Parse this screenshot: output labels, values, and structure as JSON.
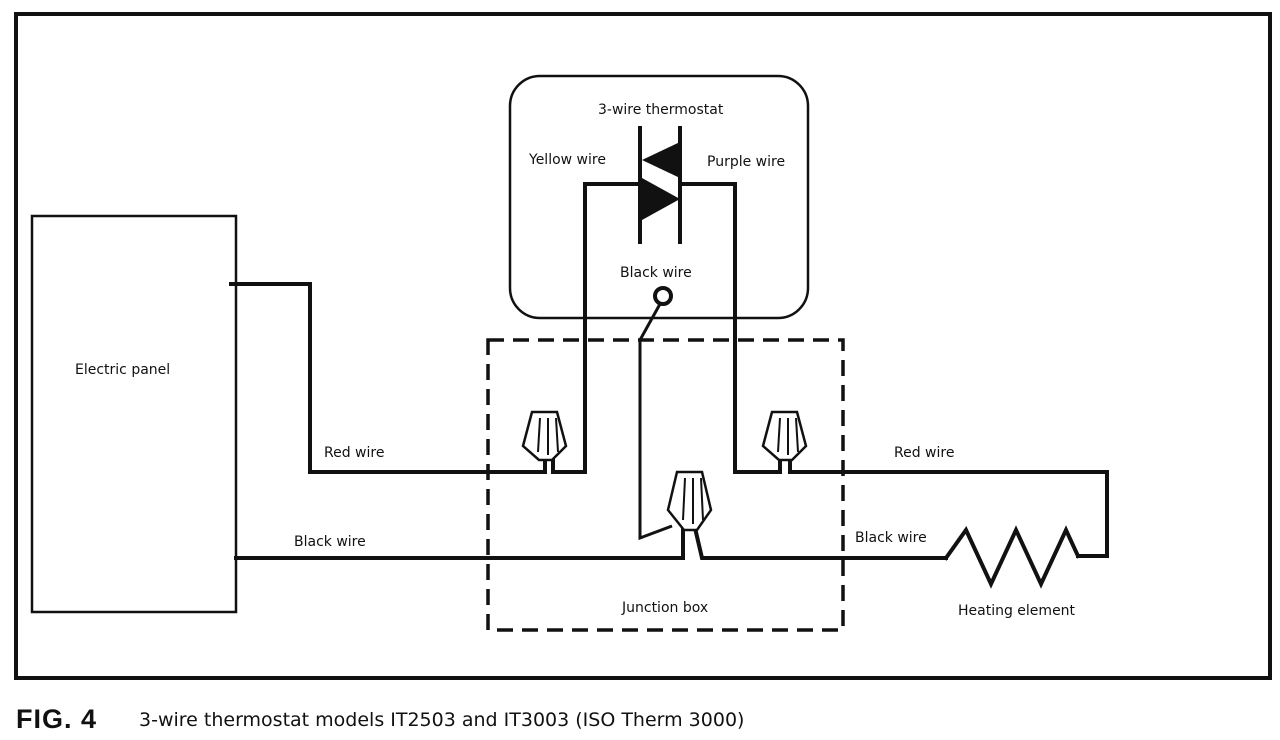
{
  "labels": {
    "thermostat": "3-wire thermostat",
    "yellow_wire": "Yellow wire",
    "purple_wire": "Purple wire",
    "black_wire_top": "Black wire",
    "electric_panel": "Electric panel",
    "red_wire_left": "Red wire",
    "red_wire_right": "Red wire",
    "black_wire_left": "Black wire",
    "black_wire_right": "Black wire",
    "junction_box": "Junction box",
    "heating_element": "Heating element"
  },
  "caption": {
    "fig": "FIG. 4",
    "text": "3-wire thermostat models IT2503 and IT3003 (ISO Therm 3000)"
  }
}
